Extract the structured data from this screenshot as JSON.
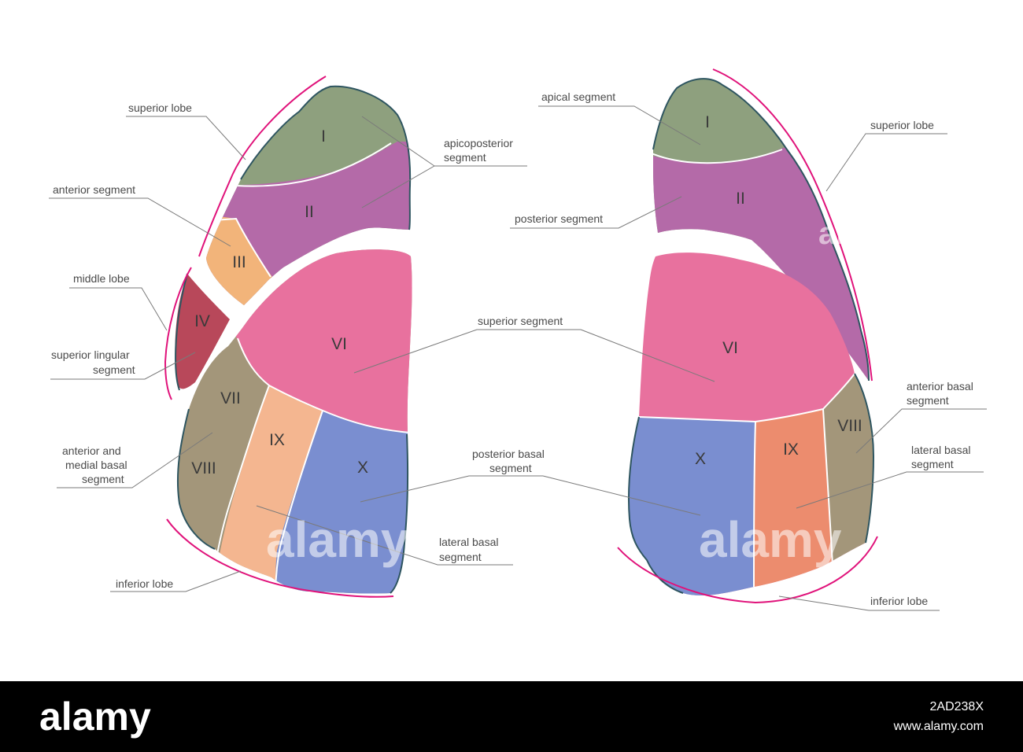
{
  "colors": {
    "segment_I": "#8ea07e",
    "segment_II": "#b46aa8",
    "segment_III": "#f2b47a",
    "segment_IV": "#b8485a",
    "segment_VI": "#e8719e",
    "segment_VII": "#a3967a",
    "segment_VIII": "#a3967a",
    "segment_IX_left": "#f4b690",
    "segment_IX_right": "#ec8c6e",
    "segment_X": "#7a8ed0",
    "lobe_bracket": "#e0127a",
    "footer_bg": "#000000"
  },
  "left_lung": {
    "numerals": {
      "I": "I",
      "II": "II",
      "III": "III",
      "IV": "IV",
      "VI": "VI",
      "VII": "VII",
      "VIII": "VIII",
      "IX": "IX",
      "X": "X"
    },
    "labels": {
      "superior_lobe": "superior lobe",
      "apicoposterior_1": "apicoposterior",
      "apicoposterior_2": "segment",
      "anterior_segment": "anterior segment",
      "middle_lobe": "middle lobe",
      "superior_lingular_1": "superior lingular",
      "superior_lingular_2": "segment",
      "anterior_medial_1": "anterior and",
      "anterior_medial_2": "medial basal",
      "anterior_medial_3": "segment",
      "inferior_lobe": "inferior lobe",
      "superior_segment": "superior segment",
      "posterior_basal_1": "posterior basal",
      "posterior_basal_2": "segment",
      "lateral_basal_1": "lateral basal",
      "lateral_basal_2": "segment"
    }
  },
  "right_lung": {
    "numerals": {
      "I": "I",
      "II": "II",
      "VI": "VI",
      "VIII": "VIII",
      "IX": "IX",
      "X": "X"
    },
    "labels": {
      "apical_segment": "apical segment",
      "posterior_segment": "posterior segment",
      "superior_lobe": "superior lobe",
      "anterior_basal_1": "anterior basal",
      "anterior_basal_2": "segment",
      "lateral_basal_1": "lateral basal",
      "lateral_basal_2": "segment",
      "inferior_lobe": "inferior lobe"
    }
  },
  "watermark": {
    "center": "alamy",
    "right": "alamy",
    "right_lung": "alamy"
  },
  "footer": {
    "logo": "alamy",
    "image_id": "2AD238X",
    "site": "www.alamy.com"
  }
}
